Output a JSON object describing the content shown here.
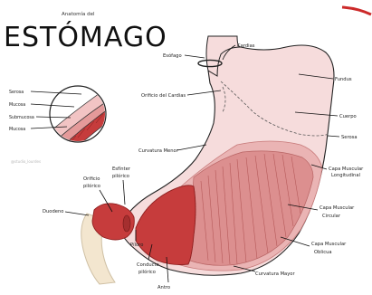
{
  "title": "ESTÓMAGO",
  "subtitle": "Anatomía del",
  "watermark": "@studio_lourdes",
  "inset_labels": {
    "serosa": "Serosa",
    "mucosa_top": "Mucosa",
    "submucosa": "Submucosa",
    "mucosa_bottom": "Mucosa"
  },
  "labels": {
    "cardias": "Cardias",
    "esofago": "Esófago",
    "fundus": "Fundus",
    "orificio_cardias": "Orificio del Cardias",
    "cuerpo": "Cuerpo",
    "serosa": "Serosa",
    "curvatura_menor": "Curvatura Menor",
    "capa_longitudinal_1": "Capa Muscular",
    "capa_longitudinal_2": "Longitudinal",
    "esfinter_1": "Esfínter",
    "esfinter_2": "pilórico",
    "orificio_pilorico_1": "Orificio",
    "orificio_pilorico_2": "pilórico",
    "capa_circular_1": "Capa Muscular",
    "capa_circular_2": "Circular",
    "duodeno": "Duodeno",
    "piloro": "Píloro",
    "capa_oblicua_1": "Capa Muscular",
    "capa_oblicua_2": "Oblicua",
    "conducto_1": "Conducto",
    "conducto_2": "pilórico",
    "curvatura_mayor": "Curvatura Mayor",
    "antro": "Antro"
  },
  "colors": {
    "stomach_light": "#f6dcdc",
    "stomach_mid": "#eab4b4",
    "muscle": "#dc8f8f",
    "mucosa_dark": "#c63c3c",
    "duodenum": "#f3e6cf",
    "accent_line": "#cc2a2a"
  }
}
